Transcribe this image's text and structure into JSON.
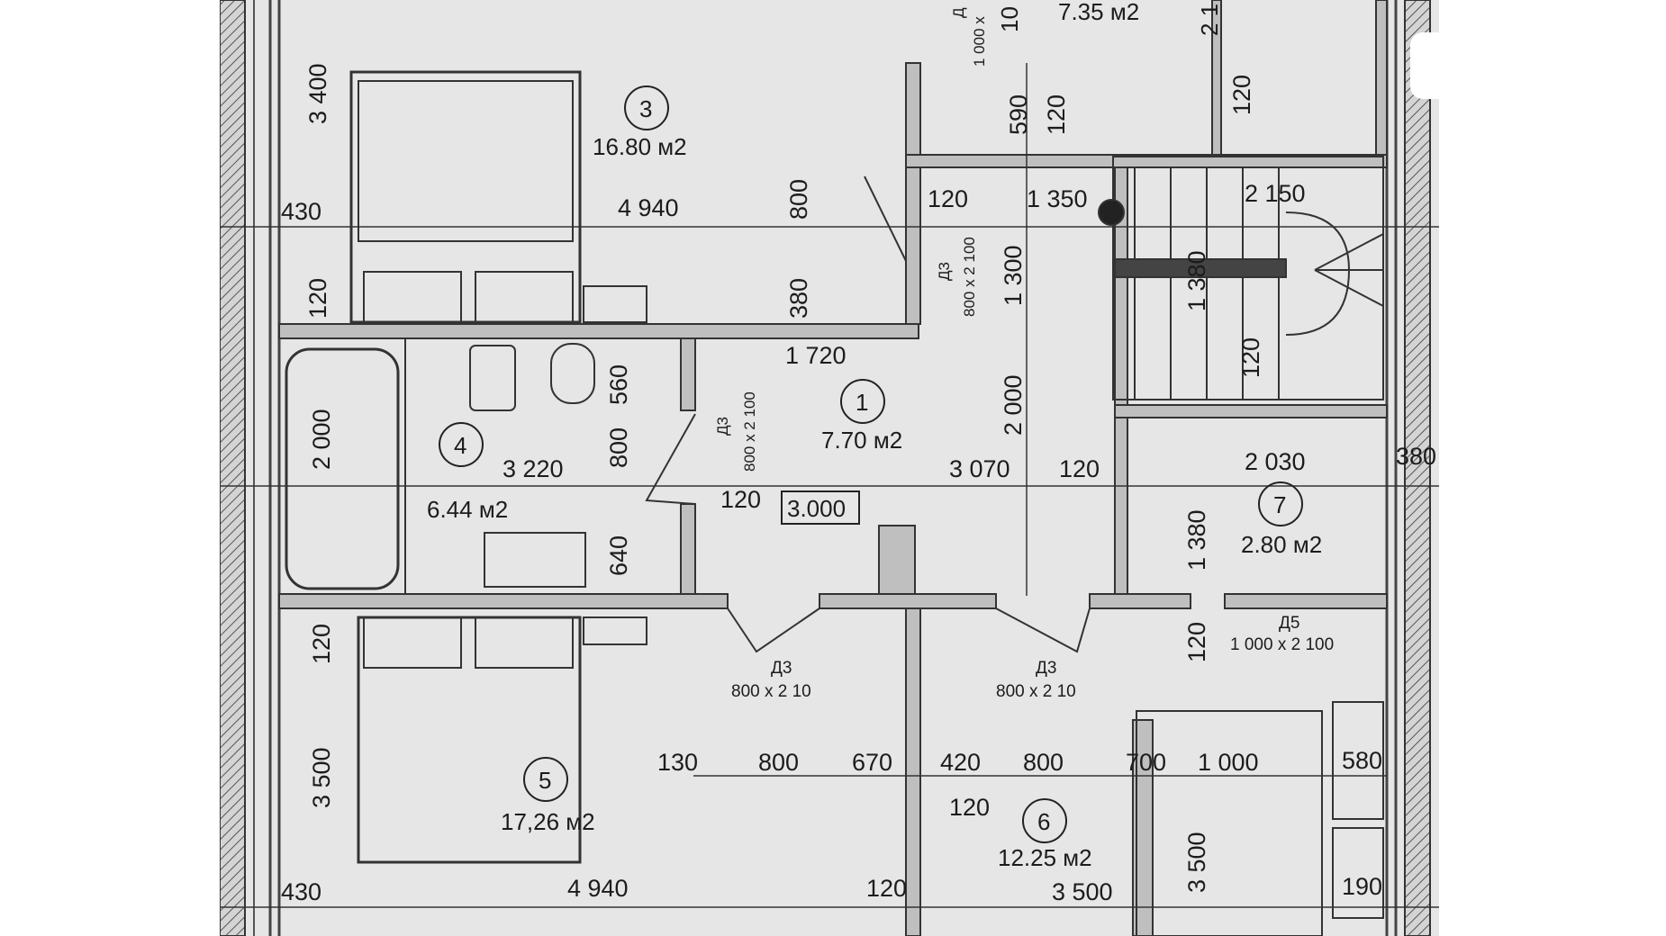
{
  "rooms": [
    {
      "number": "1",
      "area": "7.70 м2"
    },
    {
      "number": "3",
      "area": "16.80 м2"
    },
    {
      "number": "4",
      "area": "6.44 м2"
    },
    {
      "number": "5",
      "area": "17,26 м2"
    },
    {
      "number": "6",
      "area": "12.25 м2"
    },
    {
      "number": "7",
      "area": "2.80 м2"
    }
  ],
  "partial_room_area": "7.35 м2",
  "level_mark": "3.000",
  "doors": {
    "d3": "Д3",
    "d5": "Д5",
    "d3_size": "800 x 2 100",
    "d3_size_cut": "800 x 2 10",
    "d5_size": "1 000 x 2 100",
    "top_size_cut": "1 000 x",
    "top_label_cut": "Д"
  },
  "dimensions": {
    "h_430_top": "430",
    "h_4940_top": "4 940",
    "h_120_door": "120",
    "h_1350": "1 350",
    "h_2150": "2 150",
    "h_1720": "1 720",
    "h_3220": "3 220",
    "h_3070": "3 070",
    "h_120_mid": "120",
    "h_120_hall": "120",
    "h_2030": "2 030",
    "h_380_right": "380",
    "h_130": "130",
    "h_800_a": "800",
    "h_670": "670",
    "h_420": "420",
    "h_800_b": "800",
    "h_700": "700",
    "h_1000": "1 000",
    "h_580": "580",
    "h_120_low": "120",
    "h_430_bottom": "430",
    "h_4940_bottom": "4 940",
    "h_120_bottom": "120",
    "h_3500_bottom": "3 500",
    "h_190": "190",
    "v_3400": "3 400",
    "v_120_left_a": "120",
    "v_2000_left": "2 000",
    "v_120_left_b": "120",
    "v_3500_left": "3 500",
    "v_800_upper": "800",
    "v_380": "380",
    "v_560": "560",
    "v_800_bath": "800",
    "v_640": "640",
    "v_590": "590",
    "v_120_top": "120",
    "v_1300": "1 300",
    "v_2000_hall": "2 000",
    "v_120_stair_right": "120",
    "v_1380": "1 380",
    "v_1380_stair": "1 380",
    "v_120_stair": "120",
    "v_120_right": "120",
    "v_3500_right": "3 500",
    "v_2_cut": "2 1",
    "v_10_cut": "10"
  }
}
